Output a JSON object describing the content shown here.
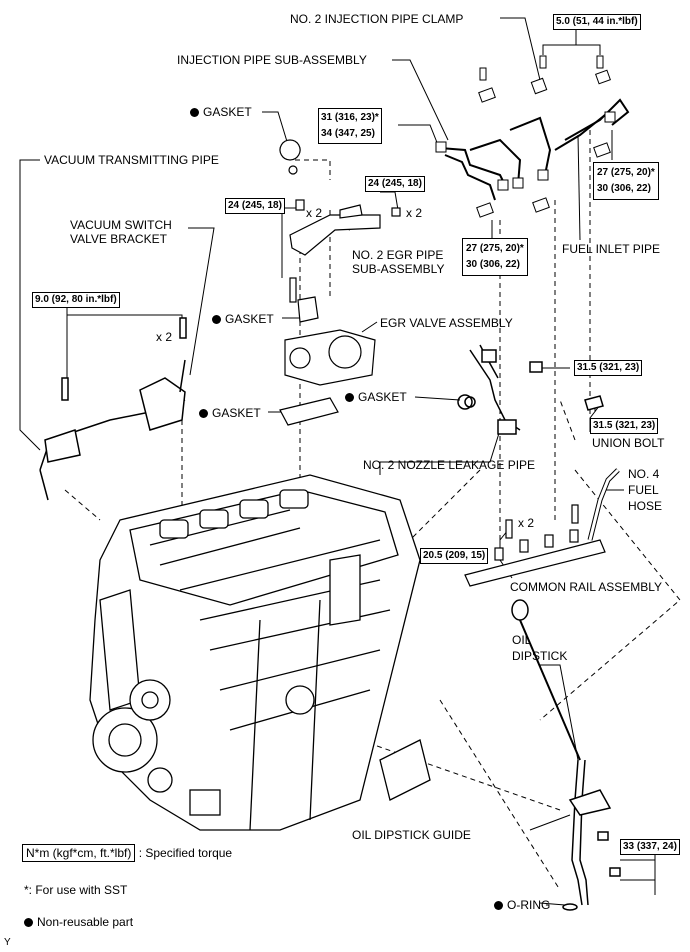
{
  "labels": {
    "injection_pipe_clamp": "NO. 2 INJECTION PIPE CLAMP",
    "injection_pipe_sub": "INJECTION PIPE SUB-ASSEMBLY",
    "gasket1": "GASKET",
    "vacuum_pipe": "VACUUM TRANSMITTING PIPE",
    "vsv_bracket": "VACUUM SWITCH VALVE BRACKET",
    "egr_pipe": "NO. 2 EGR PIPE SUB-ASSEMBLY",
    "gasket2": "GASKET",
    "egr_valve": "EGR VALVE ASSEMBLY",
    "gasket3": "GASKET",
    "gasket4": "GASKET",
    "fuel_inlet_pipe": "FUEL INLET PIPE",
    "nozzle_leakage": "NO. 2 NOZZLE LEAKAGE PIPE",
    "union_bolt": "UNION BOLT",
    "fuel_hose": "NO. 4 FUEL HOSE",
    "common_rail": "COMMON RAIL ASSEMBLY",
    "oil_dipstick": "OIL DIPSTICK",
    "dipstick_guide": "OIL DIPSTICK GUIDE",
    "o_ring": "O-RING",
    "x2_a": "x 2",
    "x2_b": "x 2",
    "x2_c": "x 2",
    "x2_d": "x 2",
    "corner": "Y"
  },
  "torques": {
    "t_clamp": "5.0 (51, 44 in.*lbf)",
    "t_inj_1": "31 (316, 23)*",
    "t_inj_2": "34 (347, 25)",
    "t_egr_left": "24 (245, 18)",
    "t_egr_right": "24 (245, 18)",
    "t_right_1": "27 (275, 20)*",
    "t_right_2": "30 (306, 22)",
    "t_mid_1": "27 (275, 20)*",
    "t_mid_2": "30 (306, 22)",
    "t_bracket": "9.0 (92, 80 in.*lbf)",
    "t_union_a": "31.5 (321, 23)",
    "t_union_b": "31.5 (321, 23)",
    "t_rail": "20.5 (209, 15)",
    "t_guide": "33 (337, 24)"
  },
  "legend": {
    "torque_box": "N*m (kgf*cm, ft.*lbf)",
    "torque_desc": ": Specified torque",
    "sst": "*: For use with SST",
    "nonreusable": "Non-reusable part"
  }
}
